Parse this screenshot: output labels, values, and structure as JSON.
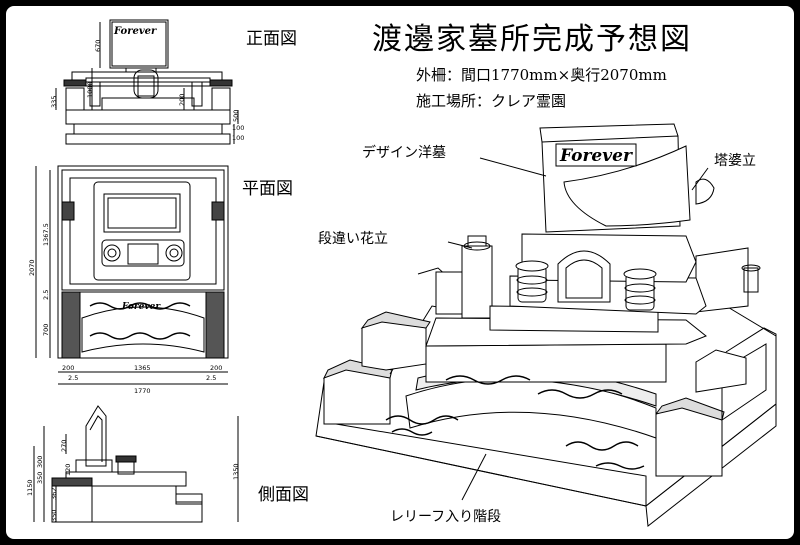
{
  "header": {
    "title": "渡邊家墓所完成予想図",
    "spec_size": "外柵：間口1770mm×奥行2070mm",
    "spec_site": "施工場所：クレア霊園"
  },
  "views": {
    "front": "正面図",
    "plan": "平面図",
    "side": "側面図"
  },
  "callouts": {
    "western_tomb": "デザイン洋墓",
    "stupa_stand": "塔婆立",
    "tiered_vase": "段違い花立",
    "relief_steps": "レリーフ入り階段"
  },
  "engraving": "Forever",
  "dimensions": {
    "front_670": "670",
    "front_1000": "1000",
    "front_335": "335",
    "front_200": "200",
    "front_500": "500",
    "front_100a": "100",
    "front_100b": "100",
    "plan_2070": "2070",
    "plan_1367": "1367.5",
    "plan_2_5": "2.5",
    "plan_700": "700",
    "plan_200l": "200",
    "plan_1365": "1365",
    "plan_200r": "200",
    "plan_2_5l": "2.5",
    "plan_2_5r": "2.5",
    "plan_1770": "1770",
    "side_1350": "1350",
    "side_1150": "1150",
    "side_270": "270",
    "side_350": "350",
    "side_300": "300",
    "side_362": "362",
    "side_350b": "350",
    "side_120": "120"
  }
}
